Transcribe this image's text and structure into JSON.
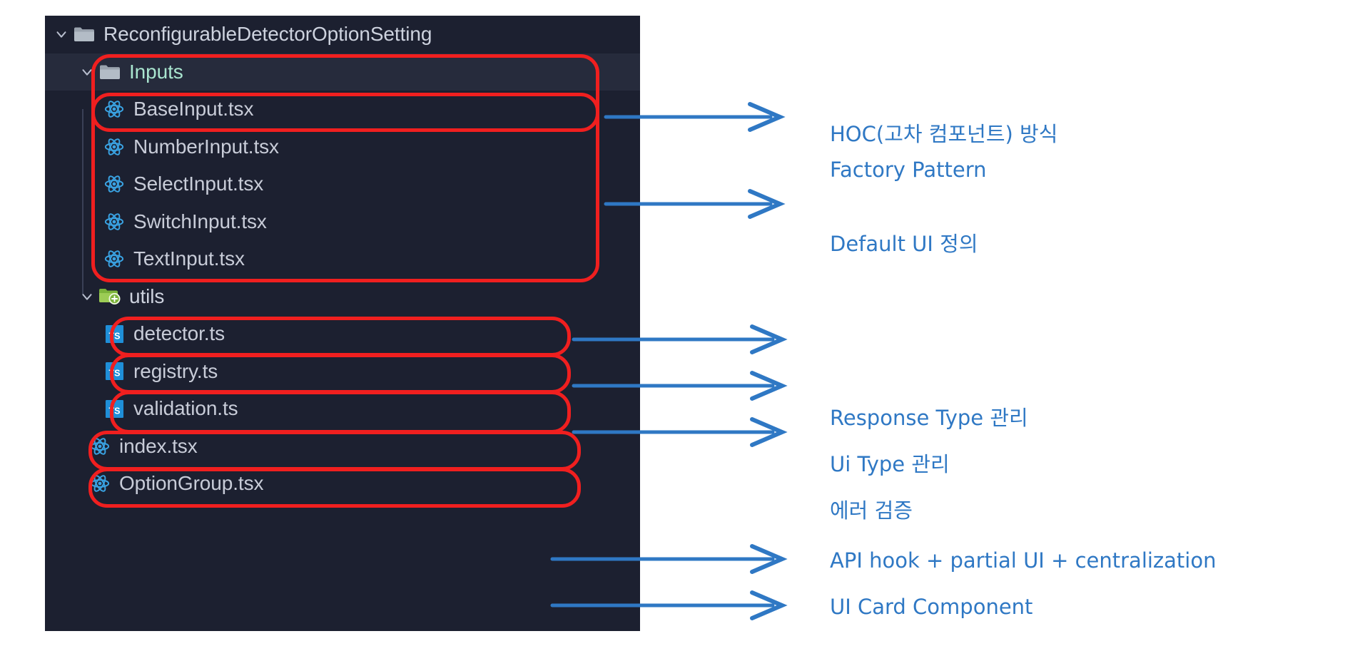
{
  "explorer": {
    "panel_name": "vscode-file-explorer",
    "background": "#1c2030",
    "tree": [
      {
        "label": "ReconfigurableDetectorOptionSetting",
        "icon": "folder-open-icon",
        "depth": 0,
        "expanded": true,
        "selected": false,
        "kind": "folder"
      },
      {
        "label": "Inputs",
        "icon": "folder-open-icon",
        "depth": 1,
        "expanded": true,
        "selected": true,
        "kind": "folder"
      },
      {
        "label": "BaseInput.tsx",
        "icon": "react-icon",
        "depth": 2,
        "expanded": null,
        "selected": false,
        "kind": "file"
      },
      {
        "label": "NumberInput.tsx",
        "icon": "react-icon",
        "depth": 2,
        "expanded": null,
        "selected": false,
        "kind": "file"
      },
      {
        "label": "SelectInput.tsx",
        "icon": "react-icon",
        "depth": 2,
        "expanded": null,
        "selected": false,
        "kind": "file"
      },
      {
        "label": "SwitchInput.tsx",
        "icon": "react-icon",
        "depth": 2,
        "expanded": null,
        "selected": false,
        "kind": "file"
      },
      {
        "label": "TextInput.tsx",
        "icon": "react-icon",
        "depth": 2,
        "expanded": null,
        "selected": false,
        "kind": "file"
      },
      {
        "label": "utils",
        "icon": "folder-added-icon",
        "depth": 1,
        "expanded": true,
        "selected": false,
        "kind": "folder"
      },
      {
        "label": "detector.ts",
        "icon": "typescript-icon",
        "depth": 2,
        "expanded": null,
        "selected": false,
        "kind": "file"
      },
      {
        "label": "registry.ts",
        "icon": "typescript-icon",
        "depth": 2,
        "expanded": null,
        "selected": false,
        "kind": "file"
      },
      {
        "label": "validation.ts",
        "icon": "typescript-icon",
        "depth": 2,
        "expanded": null,
        "selected": false,
        "kind": "file"
      },
      {
        "label": "index.tsx",
        "icon": "react-icon",
        "depth": 1,
        "expanded": null,
        "selected": false,
        "kind": "file"
      },
      {
        "label": "OptionGroup.tsx",
        "icon": "react-icon",
        "depth": 1,
        "expanded": null,
        "selected": false,
        "kind": "file"
      }
    ]
  },
  "annotations": {
    "highlight_color": "#f01f1f",
    "ink_color": "#2f78c4",
    "notes": [
      {
        "lines": [
          "HOC(고차 컴포넌트) 방식",
          "Factory Pattern"
        ],
        "target": "BaseInput.tsx"
      },
      {
        "lines": [
          "Default UI 정의"
        ],
        "target": "Inputs group"
      },
      {
        "lines": [
          "Response Type 관리"
        ],
        "target": "detector.ts"
      },
      {
        "lines": [
          "Ui Type 관리"
        ],
        "target": "registry.ts"
      },
      {
        "lines": [
          "에러 검증"
        ],
        "target": "validation.ts"
      },
      {
        "lines": [
          "API hook + partial UI + centralization"
        ],
        "target": "index.tsx"
      },
      {
        "lines": [
          "UI Card Component"
        ],
        "target": "OptionGroup.tsx"
      }
    ]
  }
}
